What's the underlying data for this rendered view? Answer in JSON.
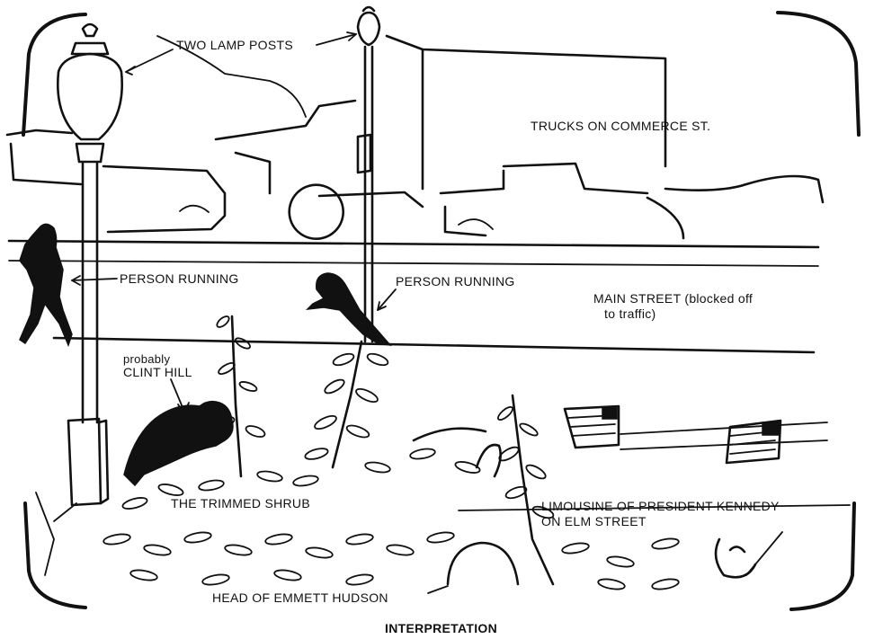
{
  "labels": {
    "lamp_posts": "TWO LAMP POSTS",
    "trucks": "TRUCKS ON COMMERCE ST.",
    "person_running_left": "PERSON RUNNING",
    "person_running_center": "PERSON RUNNING",
    "main_street_line1": "MAIN STREET (blocked off",
    "main_street_line2": "to traffic)",
    "probably": "probably",
    "clint_hill": "CLINT HILL",
    "shrub": "THE TRIMMED SHRUB",
    "limousine_line1": "LIMOUSINE OF PRESIDENT KENNEDY",
    "limousine_line2": "ON ELM STREET",
    "emmett_hudson": "HEAD OF EMMETT HUDSON"
  },
  "caption": "INTERPRETATION",
  "colors": {
    "ink": "#111111",
    "paper": "#ffffff"
  }
}
